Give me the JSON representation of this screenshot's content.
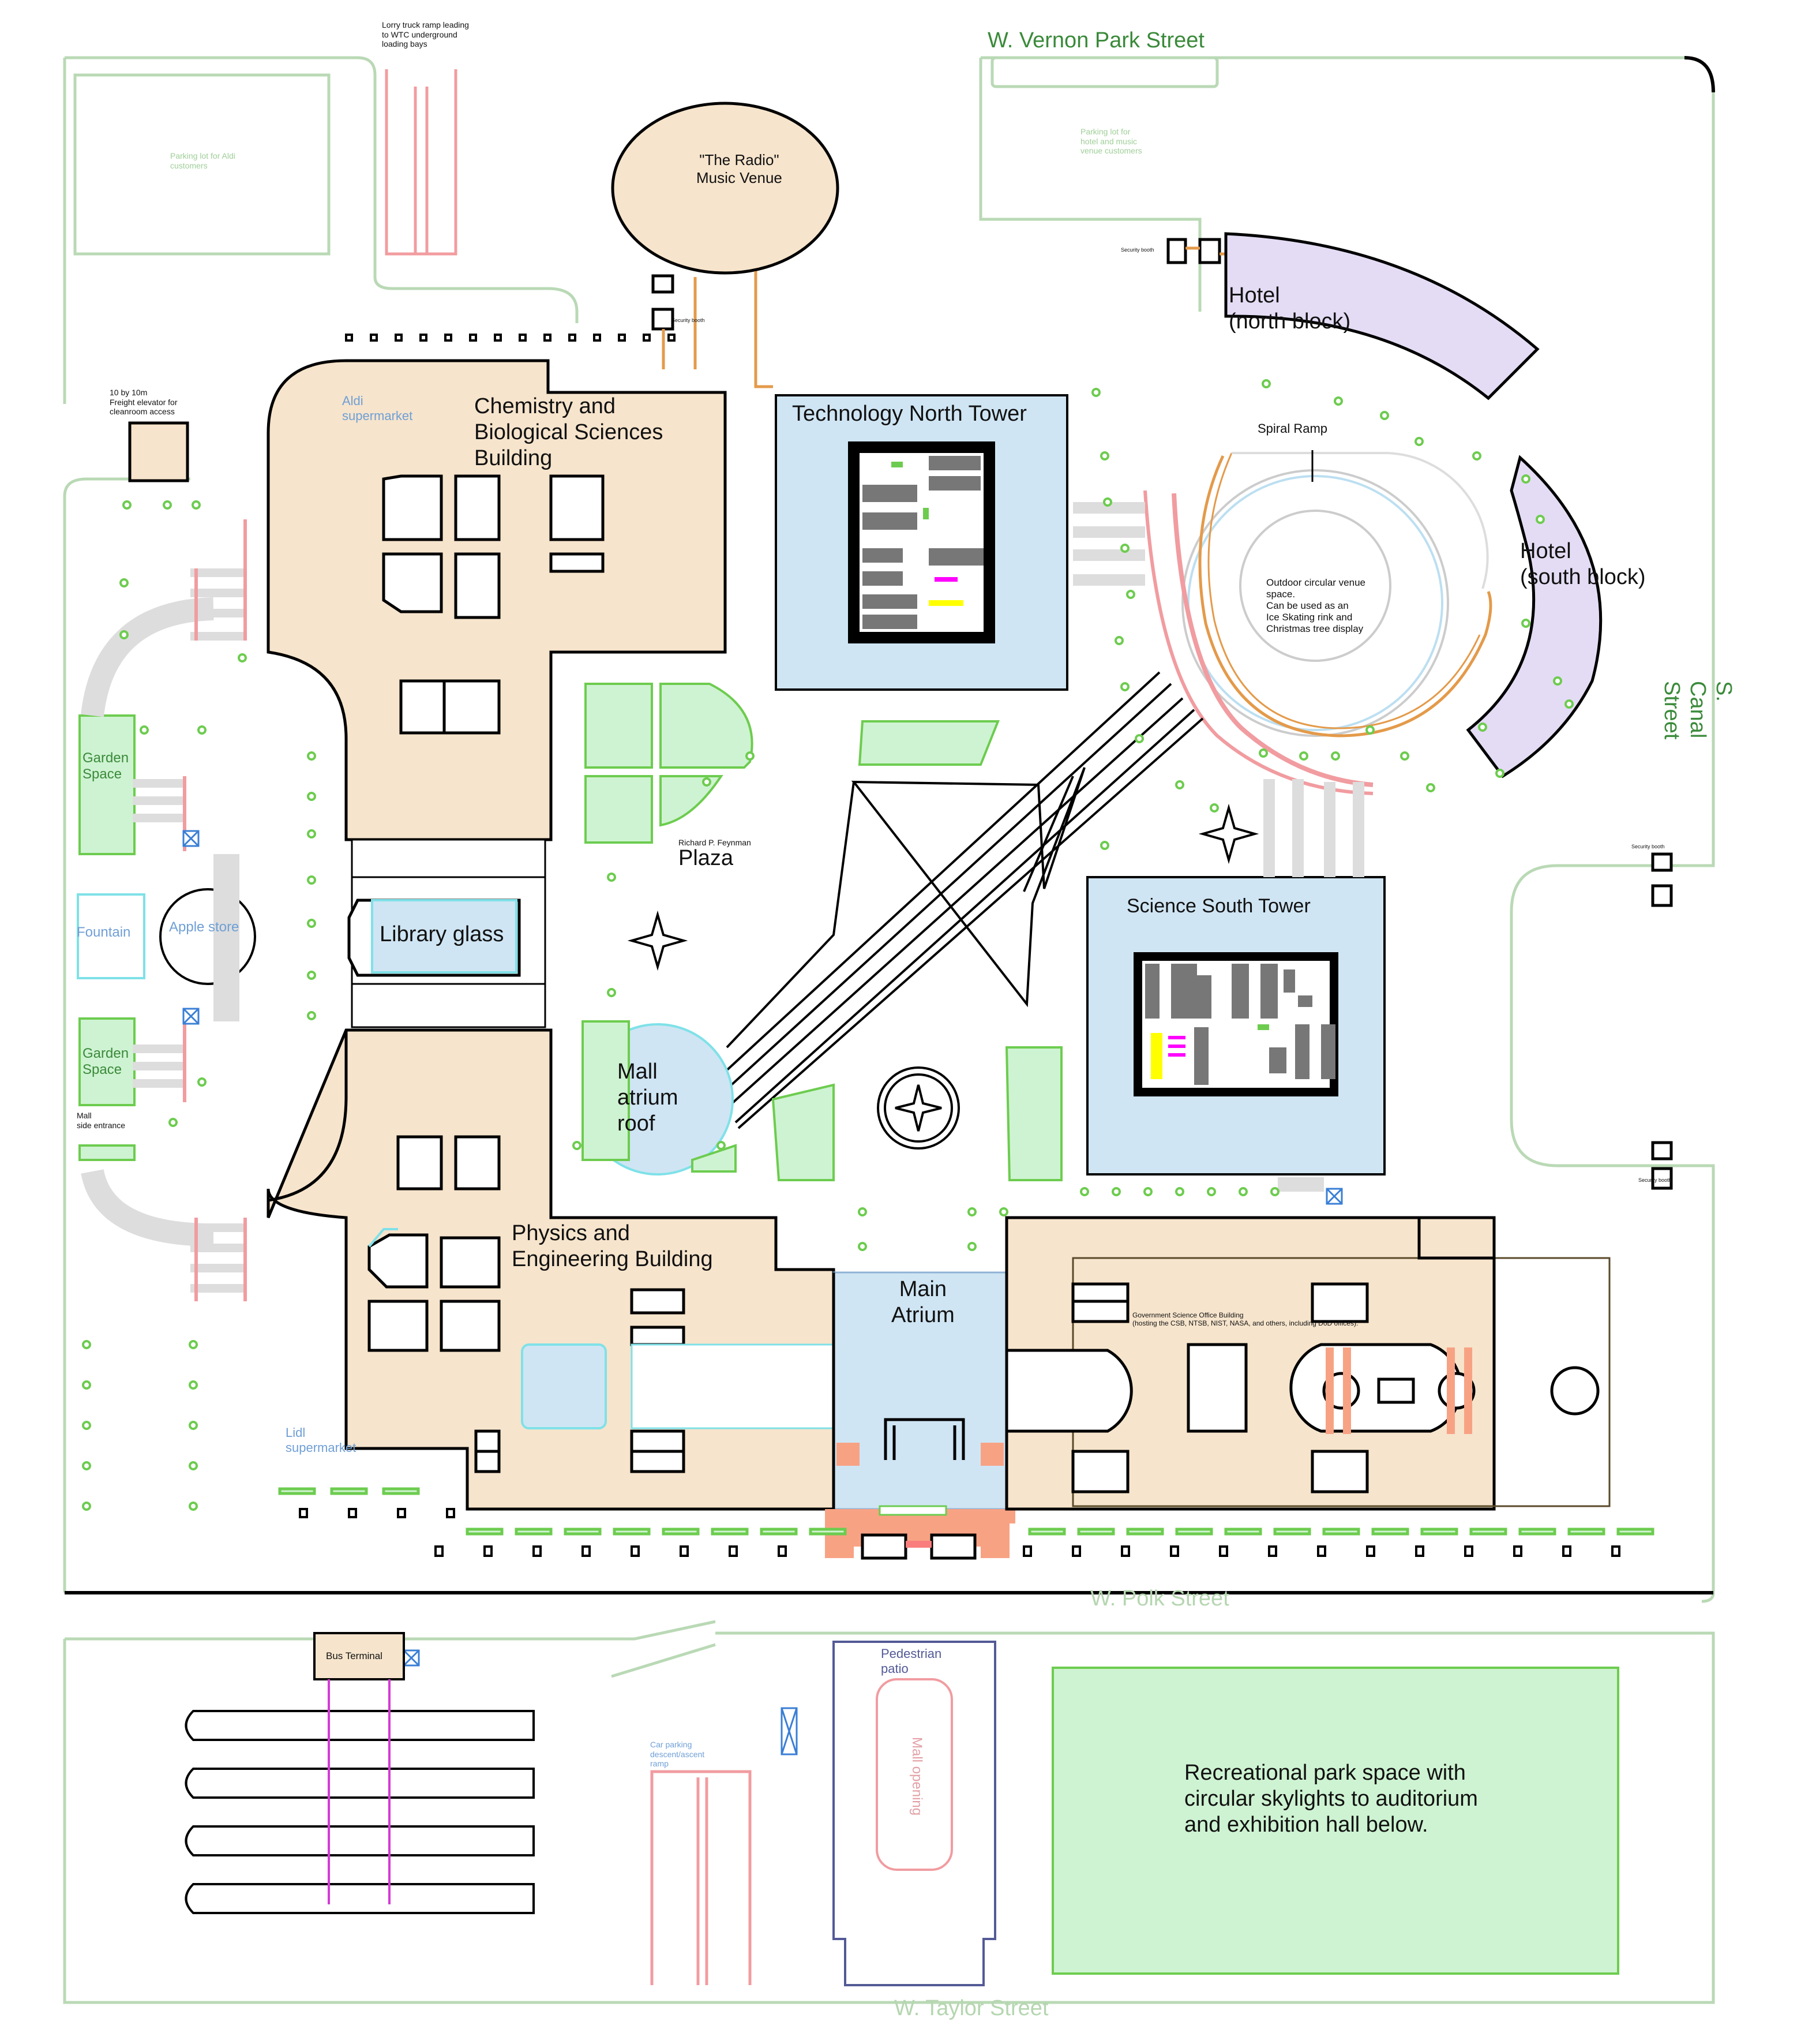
{
  "streets": {
    "north": "W. Vernon Park Street",
    "east": "S. Canal Street",
    "south_middle": "W. Polk Street",
    "south": "W. Taylor Street"
  },
  "annotations": {
    "lorry_ramp": "Lorry truck ramp leading\nto WTC underground\nloading bays",
    "freight_elevator": "10 by 10m\nFreight elevator for\ncleanroom access",
    "parking_aldi": "Parking lot for Aldi\ncustomers",
    "parking_hotel": "Parking lot for\nhotel and music\nvenue customers",
    "security_booth": "Security booth",
    "spiral_ramp": "Spiral Ramp",
    "outdoor_venue": "Outdoor circular venue\nspace.\nCan be used as an\nIce Skating rink and\nChristmas tree display",
    "plaza_small": "Richard P. Feynman",
    "plaza": "Plaza",
    "mall_side_entrance": "Mall\nside entrance",
    "gov_building": "Government Science Office Building\n(hosting the CSB, NTSB, NIST, NASA, and others, including DoD offices).",
    "car_ramp": "Car parking\ndescent/ascent\nramp",
    "park": "Recreational park space with\ncircular skylights to auditorium\nand exhibition hall below."
  },
  "buildings": {
    "radio": "\"The Radio\"\nMusic Venue",
    "chem_bio": "Chemistry and\nBiological Sciences\nBuilding",
    "aldi": "Aldi\nsupermarket",
    "tech_north": "Technology North Tower",
    "hotel_north": "Hotel\n(north block)",
    "hotel_south": "Hotel\n(south block)",
    "science_south": "Science South Tower",
    "library": "Library glass",
    "apple": "Apple store",
    "fountain": "Fountain",
    "garden": "Garden\nSpace",
    "mall_roof": "Mall\natrium\nroof",
    "phys_eng": "Physics and\nEngineering Building",
    "lidl": "Lidl\nsupermarket",
    "main_atrium": "Main\nAtrium",
    "bus_terminal": "Bus Terminal",
    "ped_patio": "Pedestrian\npatio",
    "mall_opening": "Mall opening"
  },
  "colors": {
    "building_fill": "#f6e4cc",
    "tower_fill": "#cfe5f3",
    "hotel_fill": "#e4dcf4",
    "grass_fill": "#cef3d2",
    "road_line": "#b9d9b5",
    "tree": "#6dcc4f",
    "ramp_pink": "#f19ca0",
    "booth_orange": "#e49a4a"
  }
}
